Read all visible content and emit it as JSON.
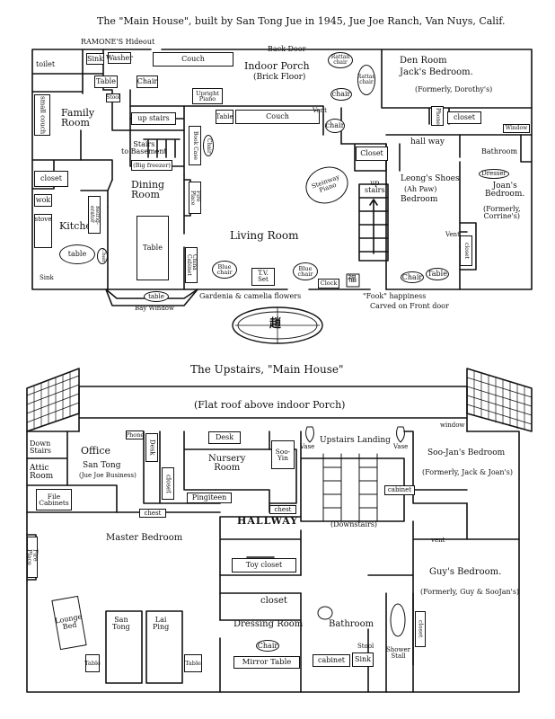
{
  "titles": {
    "ground": "The \"Main House\", built by San Tong Jue in 1945, Jue Joe Ranch, Van Nuys, Calif.",
    "upstairs": "The Upstairs, \"Main House\""
  },
  "ground": {
    "ramones_hideout": "RAMONE'S Hideout",
    "back_door": "Back Door",
    "toilet": "toilet",
    "sink_top": "Sink",
    "washer": "Washer",
    "table_top": "Table",
    "stool": "Stool",
    "chair_left": "Chair",
    "family_room": "Family\nRoom",
    "small_couch": "small\ncouch",
    "couch_top": "Couch",
    "indoor_porch": "Indoor Porch",
    "brick_floor": "(Brick Floor)",
    "rattan_chair1": "Rattan\nchair",
    "rattan_chair2": "Rattan\nchair",
    "upright_piano": "Upright\nPiano",
    "chair_porch": "chair",
    "table_porch": "Table",
    "couch_porch": "Couch",
    "vent_porch": "Vent",
    "chair_porch2": "chair",
    "den_room": "Den Room",
    "jacks_bedroom": "Jack's Bedroom.",
    "formerly_dorothy": "(Formerly, Dorothy's)",
    "phone_den": "Phone",
    "closet_den": "closet",
    "up_stairs": "up stairs",
    "stairs_basement": "Stairs\nto Basement",
    "big_freezer": "(Big freezer)",
    "book_case": "Book Case",
    "chair_dining": "Chair",
    "closet_left": "closet",
    "dining_room": "Dining\nRoom",
    "wok": "wok",
    "stove": "stove",
    "kitchen": "Kitchen",
    "refrig": "Refrig-\nerator",
    "fire_place_ground": "Fire\nPlace",
    "table_dining": "Table",
    "table_kitchen": "table",
    "chair_kitchen": "Chair",
    "sink_kitchen": "Sink",
    "china_cabinet": "China\nCabinet",
    "living_room": "Living Room",
    "blue_chair1": "Blue\nchair",
    "tv_set": "T.V.\nSet",
    "blue_chair2": "Blue\nchair",
    "clock": "Clock",
    "table_bay": "table",
    "bay_window": "Bay Window",
    "gardenia": "Gardenia & camelia flowers",
    "fook_glyph": "福",
    "fook_note": "\"Fook\" happiness",
    "carved_note": "Carved on Front door",
    "closet_hall": "Closet",
    "hallway": "hall way",
    "steinway": "Steinway\nPiano",
    "up_stairs2": "up\nstairs",
    "leongs_shoes": "Leong's Shoes",
    "ah_paw": "(Ah Paw)",
    "bedroom_leong": "Bedroom",
    "bathroom_ground": "Bathroom",
    "window": "Window",
    "dresser": "Dresser",
    "joans_bedroom": "Joan's\nBedroom.",
    "formerly_corrine": "(Formerly,\nCorrine's)",
    "chair_right": "Chair",
    "table_right": "Table",
    "closet_right": "closet",
    "vent_ground": "Vent"
  },
  "emblem": "趙",
  "upstairs": {
    "flat_roof": "(Flat roof above indoor Porch)",
    "down_stairs": "Down\nStairs",
    "office": "Office",
    "phone": "Phone",
    "desk1": "Desk",
    "san_tong_office": "San Tong",
    "jue_joe_business": "(Jue Joe Business)",
    "attic_room": "Attic\nRoom",
    "file_cabinets": "File\nCabinets",
    "closet_office": "closet",
    "chest1": "chest",
    "desk2": "Desk",
    "nursery": "Nursery\nRoom",
    "pingiteen": "Pingiteen",
    "soo_yin": "Soo-\nYin",
    "vase1": "Vase",
    "upstairs_landing": "Upstairs Landing",
    "vase2": "Vase",
    "downstairs": "(Downstairs)",
    "cabinet_land": "cabinet",
    "chest2": "chest",
    "hallway": "HALLWAY",
    "master_bedroom": "Master Bedroom",
    "fire_place": "Fire\nPlace",
    "lounge_bed": "Lounge\nBed",
    "san_tong_bed": "San\nTong",
    "lai_ping_bed": "Lai\nPing",
    "table_left": "Table",
    "table_right": "Table",
    "toy_closet": "Toy closet",
    "closet_dress": "closet",
    "dressing_room": "Dressing Room",
    "chair_mirror": "Chair",
    "mirror_table": "Mirror Table",
    "bathroom": "Bathroom",
    "cabinet_bath": "cabinet",
    "sink": "Sink",
    "stool": "Stool",
    "shower_stall": "Shower\nStall",
    "closet_guy": "closet",
    "soo_jan": "Soo-Jan's Bedroom",
    "formerly_jack_joan": "(Formerly, Jack & Joan's)",
    "vent": "vent",
    "guys_bedroom": "Guy's Bedroom.",
    "formerly_guy": "(Formerly, Guy & SooJan's)",
    "window": "window"
  }
}
